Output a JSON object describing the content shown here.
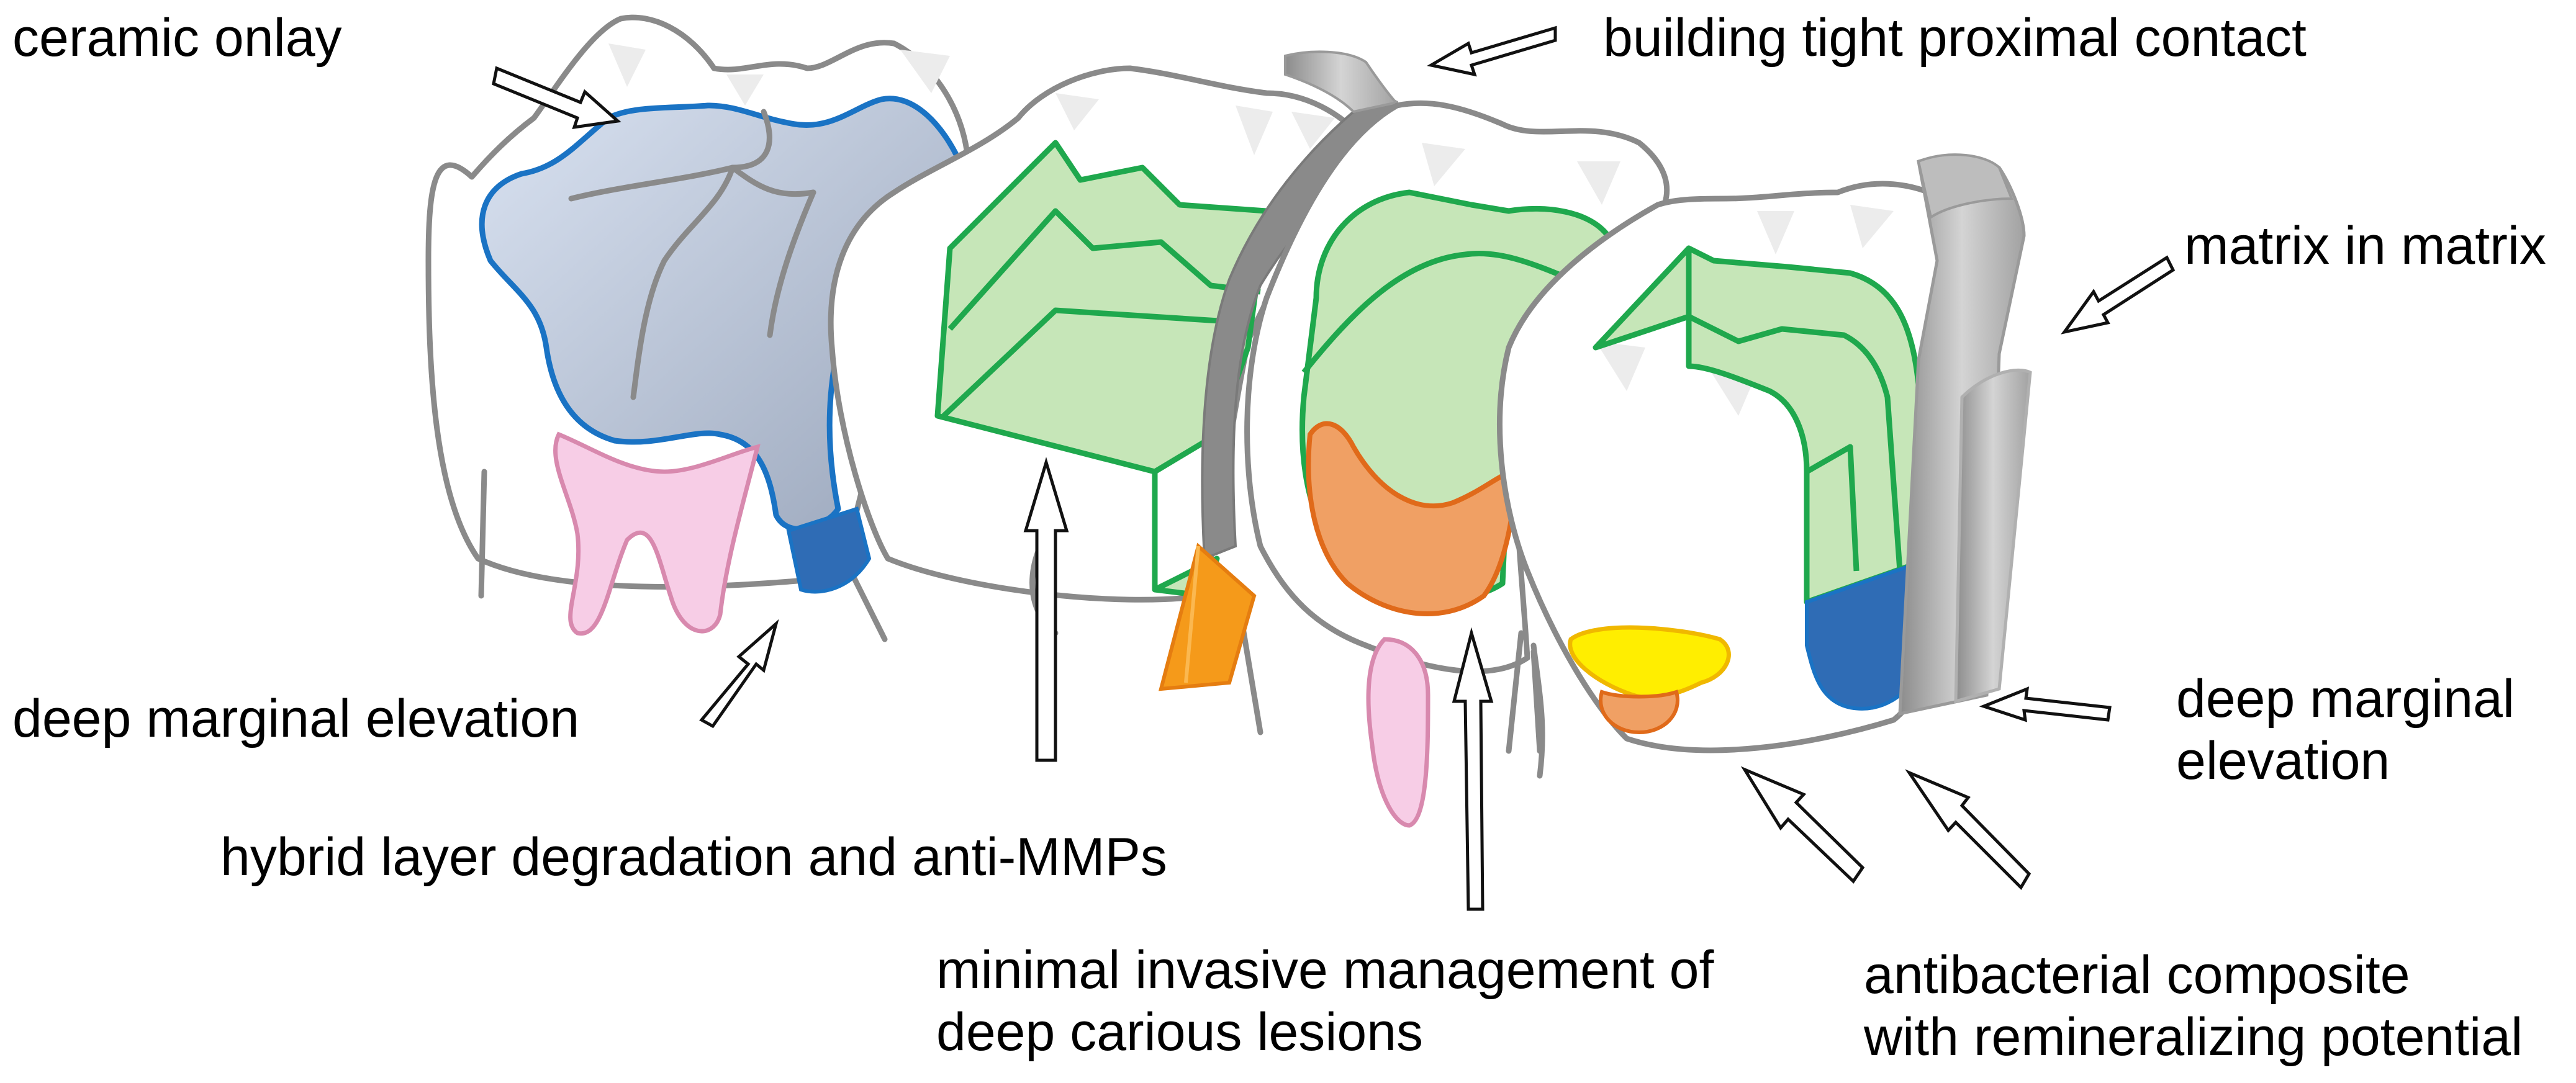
{
  "labels": {
    "ceramic_onlay": "ceramic onlay",
    "building_contact": "building tight proximal contact",
    "matrix_in_matrix": "matrix in matrix",
    "deep_margin_left": "deep marginal elevation",
    "deep_margin_right_1": "deep marginal",
    "deep_margin_right_2": "elevation",
    "hybrid_layer": "hybrid layer degradation and anti-MMPs",
    "minimal_invasive_1": "minimal invasive management of",
    "minimal_invasive_2": "deep carious lesions",
    "antibacterial_1": "antibacterial composite",
    "antibacterial_2": "with remineralizing potential"
  },
  "colors": {
    "tooth_outline": "#8a8a8a",
    "ceramic": "#b9c4d8",
    "ceramic_outline": "#1a73c4",
    "composite_green": "#c6e6b8",
    "composite_outline": "#1fa84d",
    "marginal_elevation": "#2f6cb5",
    "caries_orange": "#f0a064",
    "wedge_orange": "#f59a1a",
    "liner_yellow": "#ffee00",
    "gingiva_pink": "#f7cde6",
    "matrix_grey": "#9a9a9a"
  }
}
